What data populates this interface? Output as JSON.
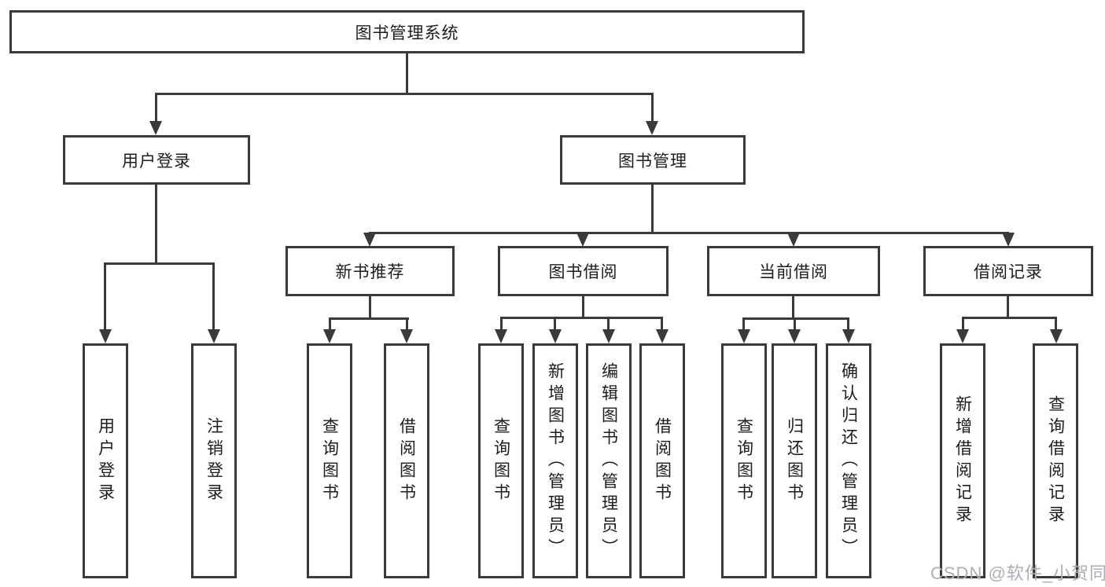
{
  "diagram": {
    "type": "hierarchy-tree",
    "watermark": "CSDN @软件_小贺同学",
    "colors": {
      "line": "#3a3a3a",
      "box_border": "#3a3a3a",
      "text": "#1c1c1e",
      "watermark": "#aeaeb4",
      "background": "#ffffff"
    }
  },
  "tree": {
    "root": "图书管理系统",
    "children": [
      {
        "label": "用户登录",
        "children": [
          {
            "label": "用户登录"
          },
          {
            "label": "注销登录"
          }
        ]
      },
      {
        "label": "图书管理",
        "children": [
          {
            "label": "新书推荐",
            "children": [
              {
                "label": "查询图书"
              },
              {
                "label": "借阅图书"
              }
            ]
          },
          {
            "label": "图书借阅",
            "children": [
              {
                "label": "查询图书"
              },
              {
                "label": "新增图书（管理员）"
              },
              {
                "label": "编辑图书（管理员）"
              },
              {
                "label": "借阅图书"
              }
            ]
          },
          {
            "label": "当前借阅",
            "children": [
              {
                "label": "查询图书"
              },
              {
                "label": "归还图书"
              },
              {
                "label": "确认归还（管理员）"
              }
            ]
          },
          {
            "label": "借阅记录",
            "children": [
              {
                "label": "新增借阅记录"
              },
              {
                "label": "查询借阅记录"
              }
            ]
          }
        ]
      }
    ]
  }
}
